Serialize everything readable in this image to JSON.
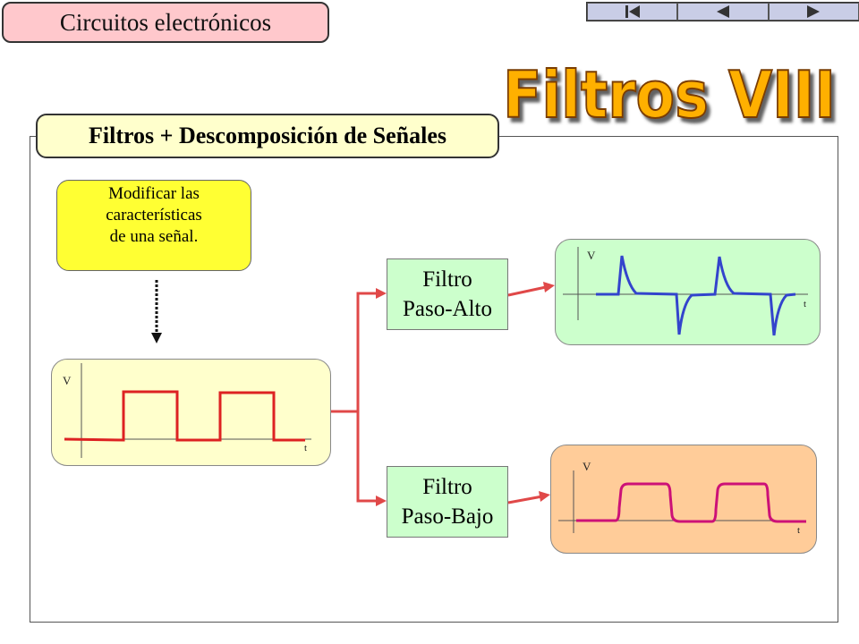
{
  "header": {
    "course_title": "Circuitos electrónicos",
    "slide_title": "Filtros VIII"
  },
  "nav": {
    "buttons": [
      "first-icon",
      "prev-icon",
      "next-icon"
    ]
  },
  "section": {
    "title": "Filtros + Descomposición de Señales"
  },
  "note": {
    "lines": [
      "Modificar las",
      "características",
      "de una señal."
    ]
  },
  "filters": {
    "high_pass": {
      "line1": "Filtro",
      "line2": "Paso-Alto"
    },
    "low_pass": {
      "line1": "Filtro",
      "line2": "Paso-Bajo"
    }
  },
  "axes": {
    "v_label": "V",
    "t_label": "t"
  },
  "colors": {
    "input_wave": "#dd2222",
    "high_pass_wave": "#3344cc",
    "low_pass_wave": "#cc1177",
    "arrows": "#e04848",
    "title_fill": "#ffb000"
  }
}
